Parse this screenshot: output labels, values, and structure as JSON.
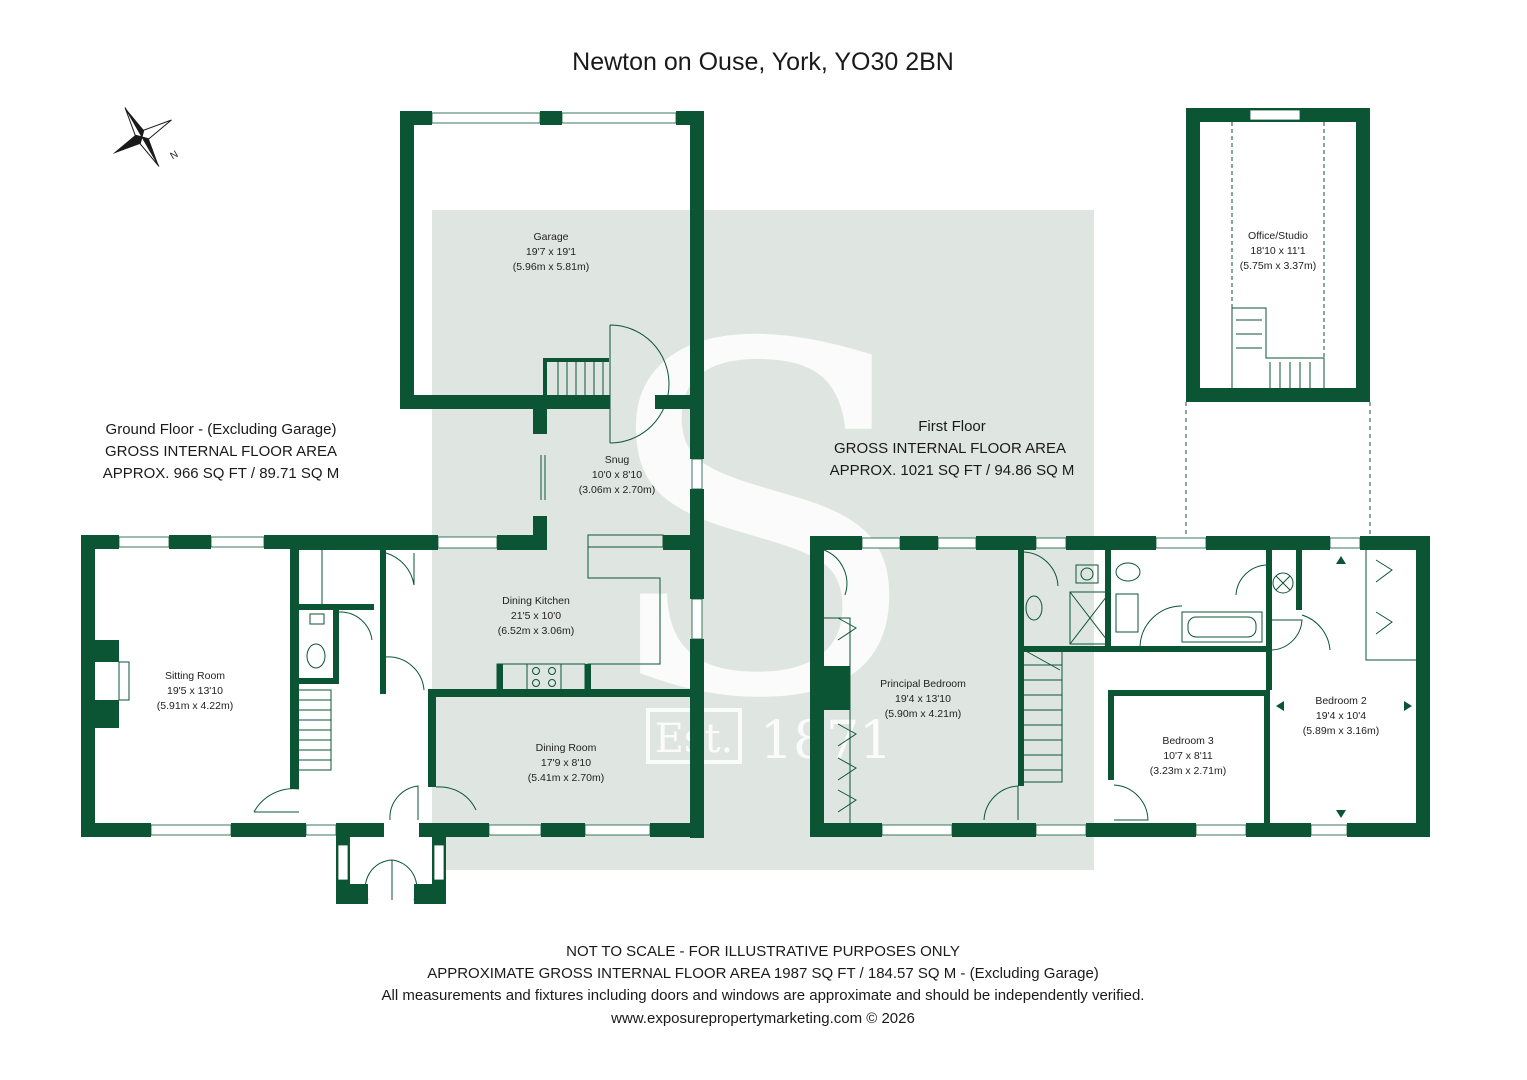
{
  "title": "Newton on Ouse, York, YO30 2BN",
  "compass": {
    "icon": "compass-rose-icon",
    "letter": "N"
  },
  "colors": {
    "wall": "#0b5535",
    "watermark": "#dfe6e2"
  },
  "watermark": {
    "logo_letter": "S",
    "est": "Est.",
    "year": "1871"
  },
  "ground_floor": {
    "line1": "Ground Floor - (Excluding Garage)",
    "line2": "GROSS INTERNAL FLOOR AREA",
    "line3": "APPROX. 966 SQ FT / 89.71 SQ M",
    "rooms": {
      "garage": {
        "name": "Garage",
        "imperial": "19'7 x 19'1",
        "metric": "(5.96m x 5.81m)"
      },
      "snug": {
        "name": "Snug",
        "imperial": "10'0 x 8'10",
        "metric": "(3.06m x 2.70m)"
      },
      "dining_kitchen": {
        "name": "Dining Kitchen",
        "imperial": "21'5 x 10'0",
        "metric": "(6.52m x 3.06m)"
      },
      "sitting_room": {
        "name": "Sitting Room",
        "imperial": "19'5 x 13'10",
        "metric": "(5.91m x 4.22m)"
      },
      "dining_room": {
        "name": "Dining Room",
        "imperial": "17'9 x 8'10",
        "metric": "(5.41m x 2.70m)"
      }
    }
  },
  "first_floor": {
    "line1": "First Floor",
    "line2": "GROSS INTERNAL FLOOR AREA",
    "line3": "APPROX. 1021 SQ FT / 94.86 SQ M",
    "rooms": {
      "principal_bedroom": {
        "name": "Principal Bedroom",
        "imperial": "19'4 x 13'10",
        "metric": "(5.90m x 4.21m)"
      },
      "bedroom_3": {
        "name": "Bedroom 3",
        "imperial": "10'7 x 8'11",
        "metric": "(3.23m x 2.71m)"
      },
      "bedroom_2": {
        "name": "Bedroom 2",
        "imperial": "19'4 x 10'4",
        "metric": "(5.89m x 3.16m)"
      },
      "office_studio": {
        "name": "Office/Studio",
        "imperial": "18'10 x 11'1",
        "metric": "(5.75m x 3.37m)"
      }
    }
  },
  "footer": {
    "line1": "NOT TO SCALE - FOR ILLUSTRATIVE PURPOSES ONLY",
    "line2": "APPROXIMATE GROSS INTERNAL FLOOR AREA 1987 SQ FT / 184.57 SQ M - (Excluding Garage)",
    "line3": "All measurements and fixtures including doors and windows are approximate and should be independently verified.",
    "line4": "www.exposurepropertymarketing.com © 2026"
  }
}
